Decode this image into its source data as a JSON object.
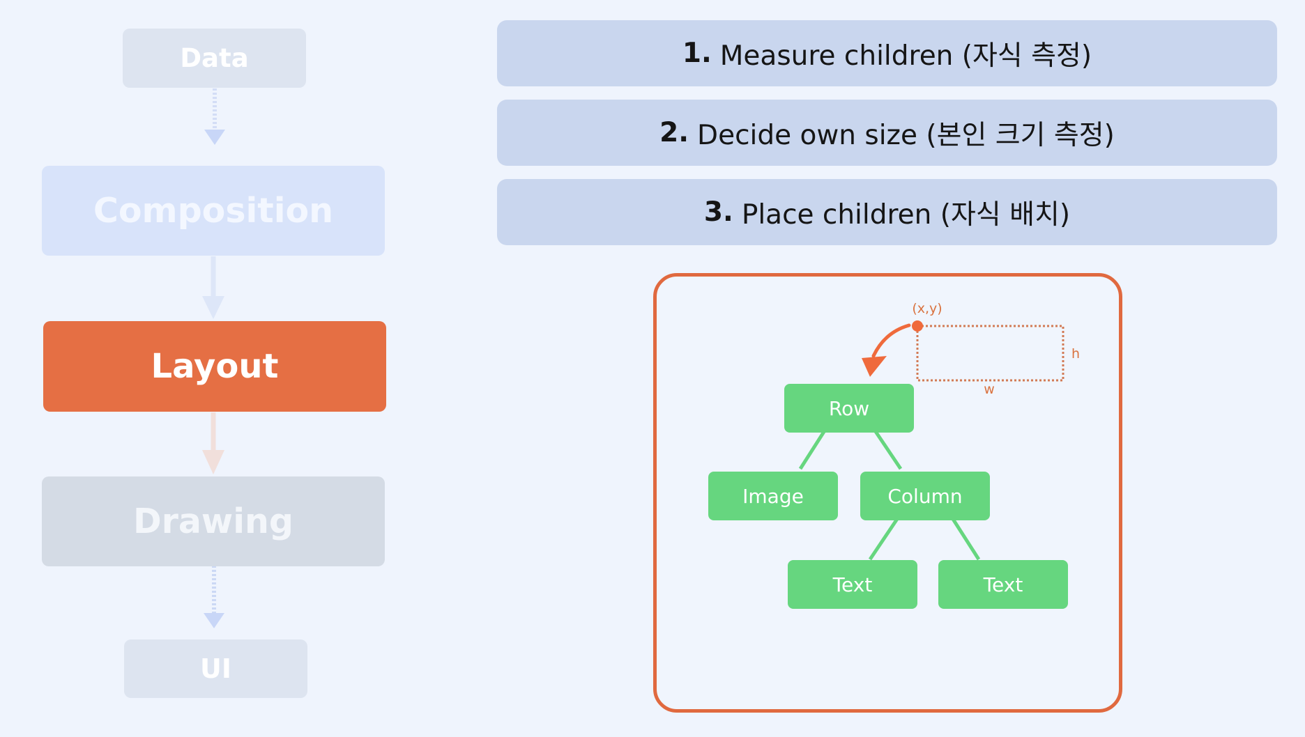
{
  "pipeline": {
    "stages": [
      {
        "label": "Data"
      },
      {
        "label": "Composition"
      },
      {
        "label": "Layout"
      },
      {
        "label": "Drawing"
      },
      {
        "label": "UI"
      }
    ],
    "active_stage": "Layout"
  },
  "steps": [
    {
      "number": "1.",
      "text": "Measure children (자식 측정)"
    },
    {
      "number": "2.",
      "text": "Decide own size (본인 크기 측정)"
    },
    {
      "number": "3.",
      "text": "Place children (자식 배치)"
    }
  ],
  "tree": {
    "position_label": "(x,y)",
    "width_label": "w",
    "height_label": "h",
    "nodes": {
      "row": "Row",
      "image": "Image",
      "column": "Column",
      "text_left": "Text",
      "text_right": "Text"
    }
  },
  "colors": {
    "accent": "#e56f44",
    "node_green": "#66d67f",
    "step_bg": "#c9d6ee"
  }
}
